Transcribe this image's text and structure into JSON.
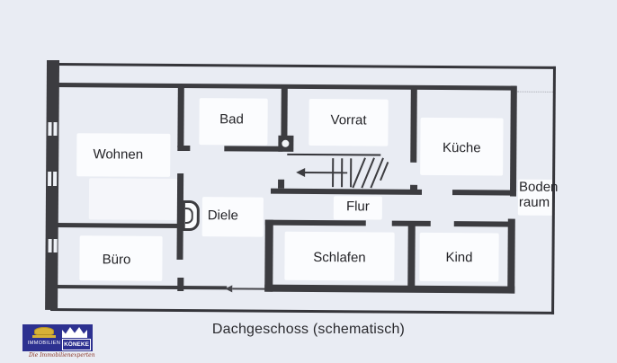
{
  "caption": "Dachgeschoss (schematisch)",
  "rooms": {
    "wohnen": {
      "label": "Wohnen"
    },
    "bad": {
      "label": "Bad"
    },
    "vorrat": {
      "label": "Vorrat"
    },
    "kueche": {
      "label": "Küche"
    },
    "diele": {
      "label": "Diele"
    },
    "flur": {
      "label": "Flur"
    },
    "bodenraum": {
      "label": "Bodenraum",
      "line1": "Boden",
      "line2": "raum"
    },
    "buero": {
      "label": "Büro"
    },
    "schlafen": {
      "label": "Schlafen"
    },
    "kind": {
      "label": "Kind"
    }
  },
  "stairs": {
    "direction_arrow": "left"
  },
  "logo": {
    "top_text": "IMMOBILIEN",
    "name": "KÖNEKE",
    "tagline": "Die Immobilienexperten"
  },
  "colors": {
    "background": "#e9ecf3",
    "wall": "#3c3c40",
    "logo_blue": "#2d3190",
    "logo_gold": "#d7b137",
    "tagline_red": "#8a3526",
    "label_text": "#232327"
  }
}
